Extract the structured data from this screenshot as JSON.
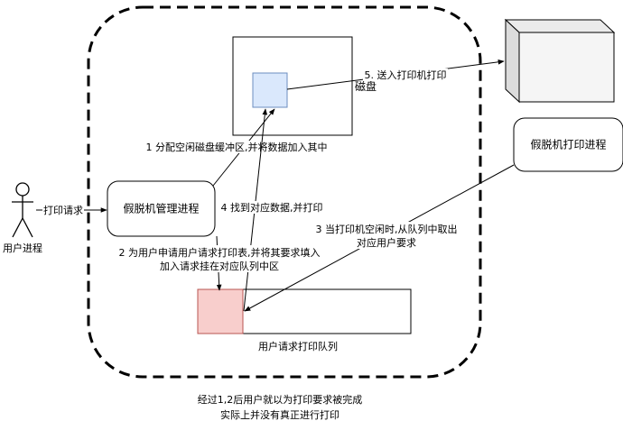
{
  "actors": {
    "user_process": "用户进程"
  },
  "nodes": {
    "spooling_manager": "假脱机管理进程",
    "spooling_print_process": "假脱机打印进程",
    "disk": "磁盘",
    "print_queue": "用户请求打印队列"
  },
  "edges": {
    "print_request": "打印请求",
    "step1": "1 分配空闲磁盘缓冲区,并将数据加入其中",
    "step2_line1": "2 为用户申请用户请求打印表,并将其要求填入",
    "step2_line2": "加入请求挂在对应队列中区",
    "step3_line1": "3 当打印机空闲时,从队列中取出",
    "step3_line2": "对应用户要求",
    "step4": "4 找到对应数据,并打印",
    "step5": "5. 送入打印机打印"
  },
  "footer": {
    "line1": "经过1,2后用户就以为打印要求被完成",
    "line2": "实际上并没有真正进行打印"
  },
  "colors": {
    "buffer_fill": "#dae8fc",
    "buffer_stroke": "#6c8ebf",
    "queue_fill": "#f8cecc",
    "queue_stroke": "#b85450",
    "printer_front": "#f5f5f5",
    "printer_side": "#dcdcdc",
    "line": "#000000"
  }
}
